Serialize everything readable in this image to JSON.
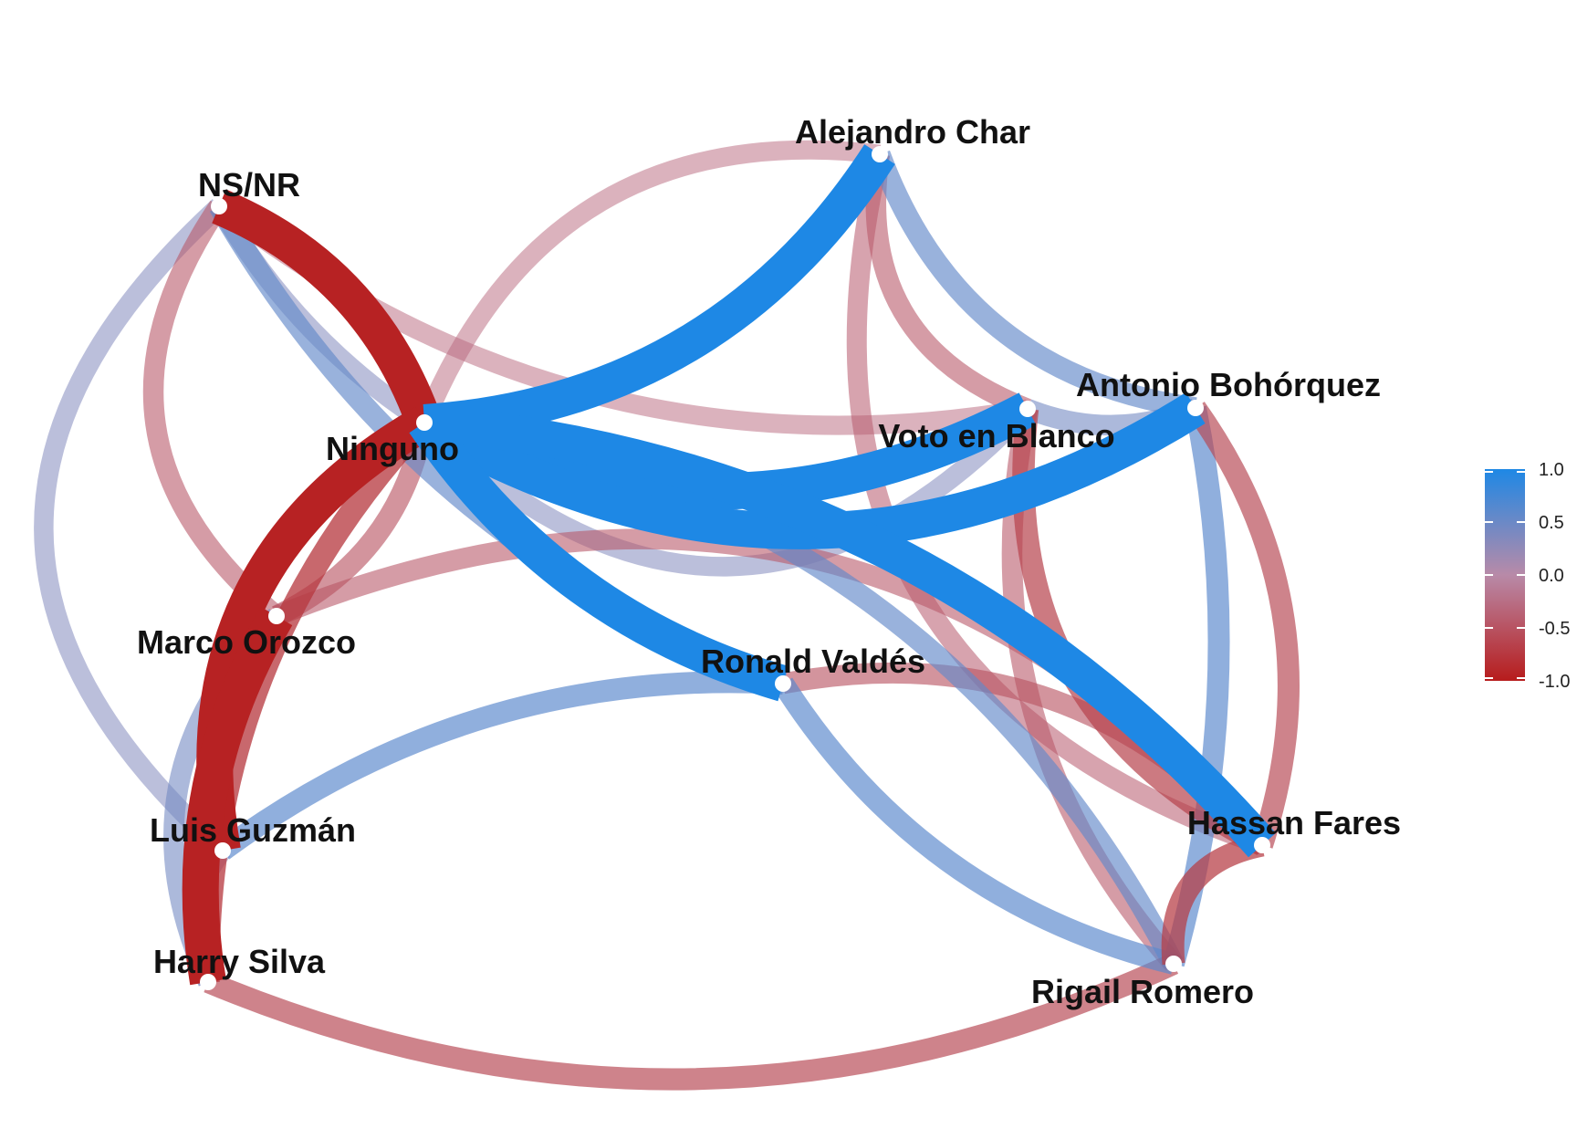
{
  "chart_data": {
    "type": "network",
    "nodes": [
      {
        "id": "char",
        "label": "Alejandro Char"
      },
      {
        "id": "nsnr",
        "label": "NS/NR"
      },
      {
        "id": "ninguno",
        "label": "Ninguno"
      },
      {
        "id": "voto",
        "label": "Voto en Blanco"
      },
      {
        "id": "antonio",
        "label": "Antonio Bohórquez"
      },
      {
        "id": "marco",
        "label": "Marco Orozco"
      },
      {
        "id": "ronald",
        "label": "Ronald Valdés"
      },
      {
        "id": "luis",
        "label": "Luis Guzmán"
      },
      {
        "id": "harry",
        "label": "Harry Silva"
      },
      {
        "id": "hassan",
        "label": "Hassan Fares"
      },
      {
        "id": "rigail",
        "label": "Rigail Romero"
      }
    ],
    "edges": [
      {
        "source": "nsnr",
        "target": "luis",
        "value": 0.35
      },
      {
        "source": "nsnr",
        "target": "marco",
        "value": -0.45
      },
      {
        "source": "nsnr",
        "target": "ronald",
        "value": 0.55
      },
      {
        "source": "nsnr",
        "target": "voto",
        "value": -0.3
      },
      {
        "source": "nsnr",
        "target": "ninguno",
        "value": 0.35
      },
      {
        "source": "char",
        "target": "ninguno",
        "value": -0.3
      },
      {
        "source": "char",
        "target": "voto",
        "value": -0.45
      },
      {
        "source": "char",
        "target": "antonio",
        "value": 0.55
      },
      {
        "source": "char",
        "target": "hassan",
        "value": -0.4
      },
      {
        "source": "ninguno",
        "target": "voto",
        "value": 0.35
      },
      {
        "source": "ninguno",
        "target": "rigail",
        "value": 0.55
      },
      {
        "source": "ninguno",
        "target": "harry",
        "value": -0.75
      },
      {
        "source": "marco",
        "target": "ninguno",
        "value": -0.5
      },
      {
        "source": "marco",
        "target": "harry",
        "value": 0.45
      },
      {
        "source": "marco",
        "target": "hassan",
        "value": -0.45
      },
      {
        "source": "luis",
        "target": "ronald",
        "value": 0.6
      },
      {
        "source": "luis",
        "target": "harry",
        "value": 0.3
      },
      {
        "source": "harry",
        "target": "rigail",
        "value": -0.6
      },
      {
        "source": "ronald",
        "target": "rigail",
        "value": 0.6
      },
      {
        "source": "ronald",
        "target": "hassan",
        "value": -0.5
      },
      {
        "source": "voto",
        "target": "antonio",
        "value": 0.45
      },
      {
        "source": "voto",
        "target": "rigail",
        "value": -0.45
      },
      {
        "source": "voto",
        "target": "hassan",
        "value": -0.65
      },
      {
        "source": "antonio",
        "target": "rigail",
        "value": 0.6
      },
      {
        "source": "antonio",
        "target": "hassan",
        "value": -0.6
      },
      {
        "source": "hassan",
        "target": "rigail",
        "value": -0.7
      },
      {
        "source": "nsnr",
        "target": "ninguno",
        "value": -0.95
      },
      {
        "source": "ninguno",
        "target": "luis",
        "value": -0.95
      },
      {
        "source": "marco",
        "target": "harry",
        "value": -0.95
      },
      {
        "source": "char",
        "target": "ninguno",
        "value": 1.0
      },
      {
        "source": "ninguno",
        "target": "voto",
        "value": 1.0
      },
      {
        "source": "ninguno",
        "target": "antonio",
        "value": 1.0
      },
      {
        "source": "ninguno",
        "target": "ronald",
        "value": 1.0
      },
      {
        "source": "ninguno",
        "target": "hassan",
        "value": 1.0
      }
    ],
    "legend": {
      "position": "right",
      "ticks": [
        "1.0",
        "0.5",
        "0.0",
        "-0.5",
        "-1.0"
      ],
      "range": [
        -1.0,
        1.0
      ]
    },
    "colors": {
      "positive": "#1E88E5",
      "neutral": "#B88AA8",
      "negative": "#B71C1C"
    }
  }
}
